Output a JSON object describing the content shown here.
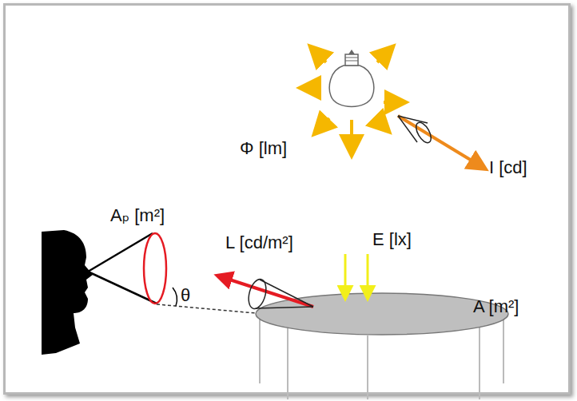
{
  "diagram": {
    "labels": [
      "Φ [lm]",
      "I [cd]",
      "Aₚ [m²]",
      "L [cd/m²]",
      "E [lx]",
      "A [m²]",
      "θ"
    ]
  }
}
